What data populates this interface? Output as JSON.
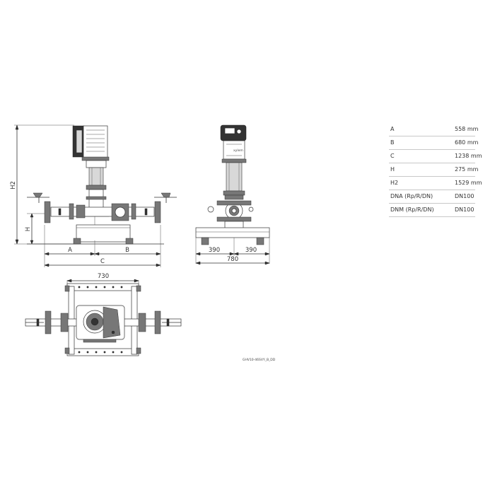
{
  "dimension_labels": {
    "a": "A",
    "b": "B",
    "c": "C",
    "h": "H",
    "h2": "H2",
    "side_left": "390",
    "side_right": "390",
    "side_total": "780",
    "top_width": "730"
  },
  "drawing_code": "GHV10-46SVY_B_DD",
  "specs": [
    {
      "key": "A",
      "value": "558 mm"
    },
    {
      "key": "B",
      "value": "680 mm"
    },
    {
      "key": "C",
      "value": "1238 mm"
    },
    {
      "key": "H",
      "value": "275 mm"
    },
    {
      "key": "H2",
      "value": "1529 mm"
    },
    {
      "key": "DNA (Rp/R/DN)",
      "value": "DN100"
    },
    {
      "key": "DNM (Rp/R/DN)",
      "value": "DN100"
    }
  ]
}
